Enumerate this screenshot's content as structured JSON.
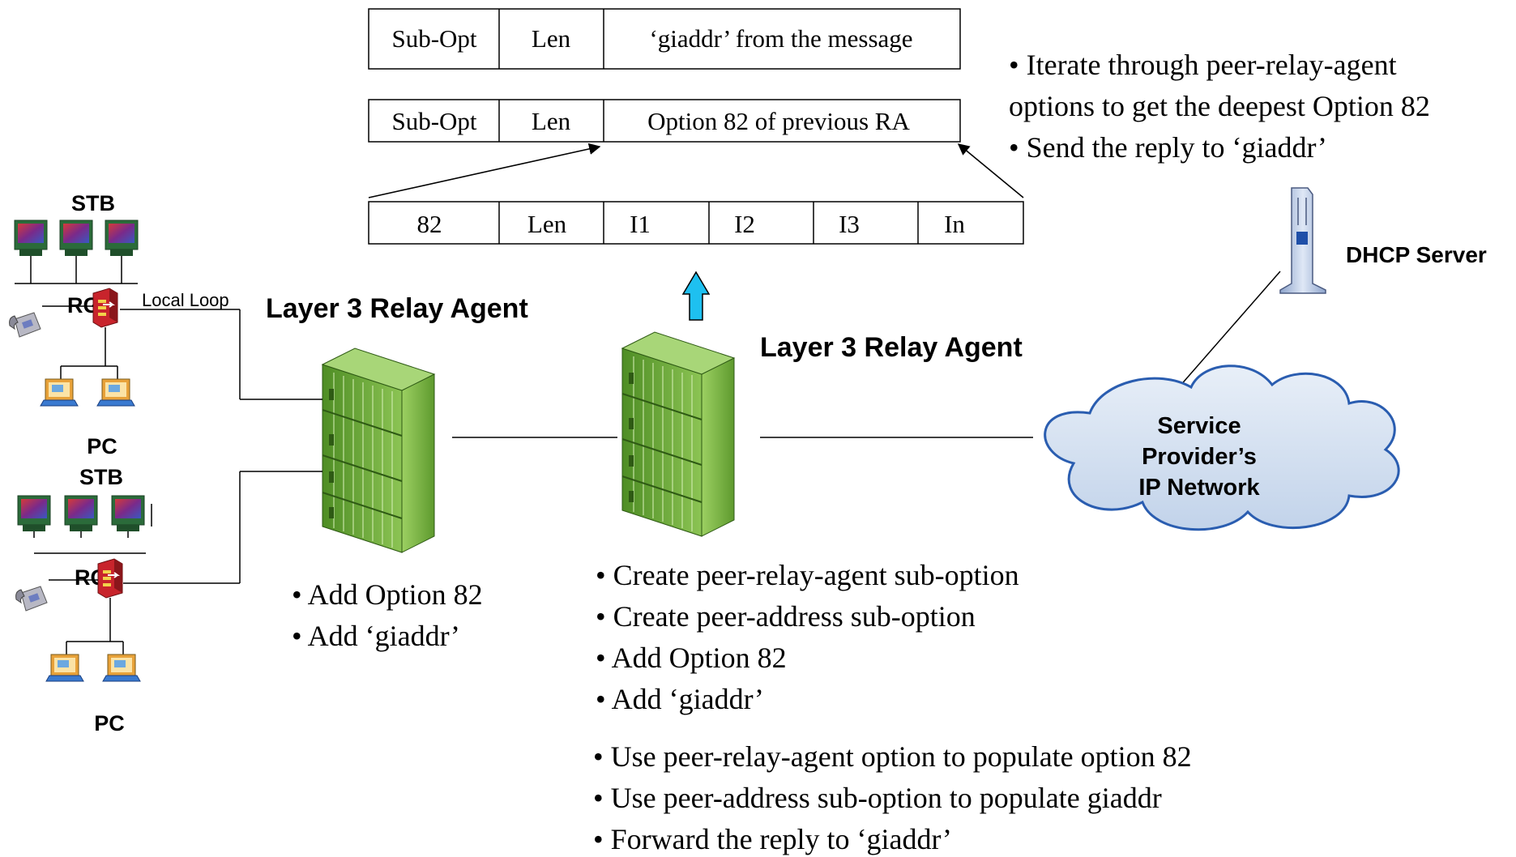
{
  "packet_suboption_giaddr": [
    "Sub-Opt",
    "Len",
    "‘giaddr’ from the message"
  ],
  "packet_suboption_option82": [
    "Sub-Opt",
    "Len",
    "Option 82 of previous RA"
  ],
  "packet_option82": [
    "82",
    "Len",
    "I1",
    "I2",
    "I3",
    "In"
  ],
  "server_notes": [
    "• Iterate through peer-relay-agent",
    "options to get the deepest Option 82",
    "• Send the reply to ‘giaddr’"
  ],
  "dhcp_server_label": "DHCP Server",
  "relay_agent_1_label": "Layer 3 Relay Agent",
  "relay_agent_2_label": "Layer 3 Relay Agent",
  "network_cloud_label": [
    "Service",
    "Provider’s",
    "IP Network"
  ],
  "site_1": {
    "stb_label": "STB",
    "rg_label": "RG",
    "loop_label": "Local Loop",
    "pc_label": "PC"
  },
  "site_2": {
    "stb_label": "STB",
    "rg_label": "RG",
    "pc_label": "PC"
  },
  "relay_1_notes": [
    "• Add Option 82",
    "• Add ‘giaddr’"
  ],
  "relay_2_notes": [
    "• Create peer-relay-agent sub-option",
    "• Create peer-address sub-option",
    "• Add Option 82",
    "• Add ‘giaddr’"
  ],
  "reply_notes": [
    "• Use peer-relay-agent option to populate option 82",
    "• Use peer-address sub-option to populate giaddr",
    "• Forward the reply to ‘giaddr’"
  ],
  "colors": {
    "rack_green": "#6fa83a",
    "rack_dark": "#3f7a1e",
    "cloud_fill": "#d2dff0",
    "cloud_edge": "#2a5db0",
    "up_arrow": "#1ec0f0",
    "router_red": "#c8242c",
    "screen_purple": "#7a2a8a"
  }
}
